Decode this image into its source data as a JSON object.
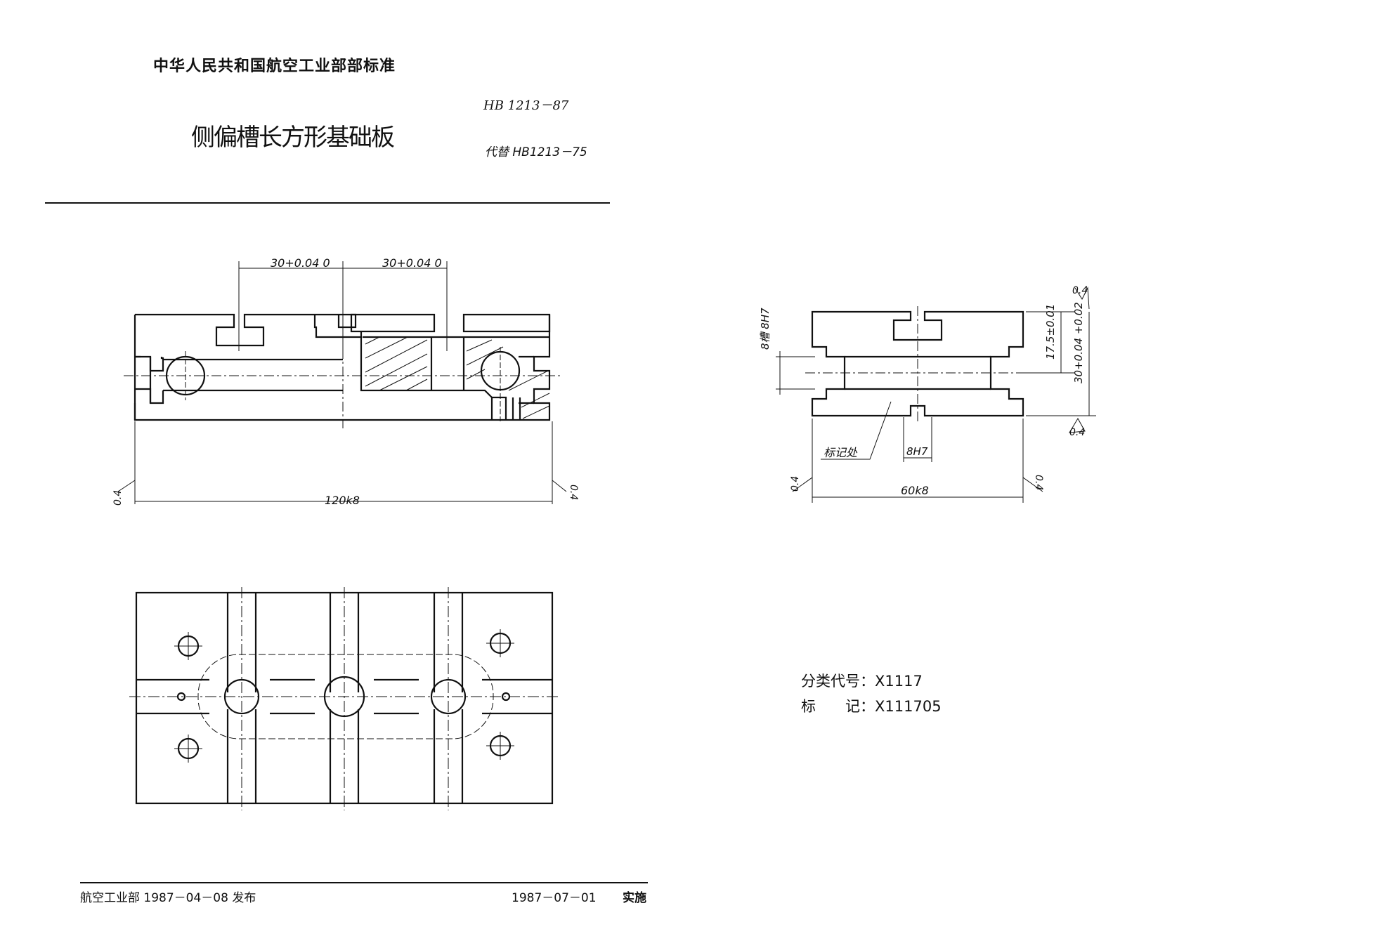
{
  "header": {
    "organization": "中华人民共和国航空工业部部标准",
    "standard_number": "HB 1213－87",
    "title": "侧偏槽长方形基础板",
    "replaces": "代替 HB1213－75"
  },
  "drawing": {
    "front_view": {
      "dim_top_left": "30+0.04 0",
      "dim_top_right": "30+0.04 0",
      "dim_overall": "120k8",
      "roughness_left": "0.4",
      "roughness_right": "0.4"
    },
    "side_view": {
      "dim_slot_width": "8槽 8H7",
      "dim_height_top": "17.5±0.01",
      "dim_height_full": "30+0.04 +0.02",
      "dim_bottom_slot": "8H7",
      "mark_location": "标记处",
      "dim_overall": "60k8",
      "roughness_top": "0.4",
      "roughness_bottom": "0.4",
      "roughness_left": "0.4",
      "roughness_right": "0.4"
    }
  },
  "classification": {
    "code_label": "分类代号：",
    "code_value": "X1117",
    "mark_label": "标　　记：",
    "mark_value": "X111705"
  },
  "footer": {
    "issued": "航空工业部 1987－04－08 发布",
    "effective_date": "1987－07－01",
    "effective_label": "实施"
  }
}
